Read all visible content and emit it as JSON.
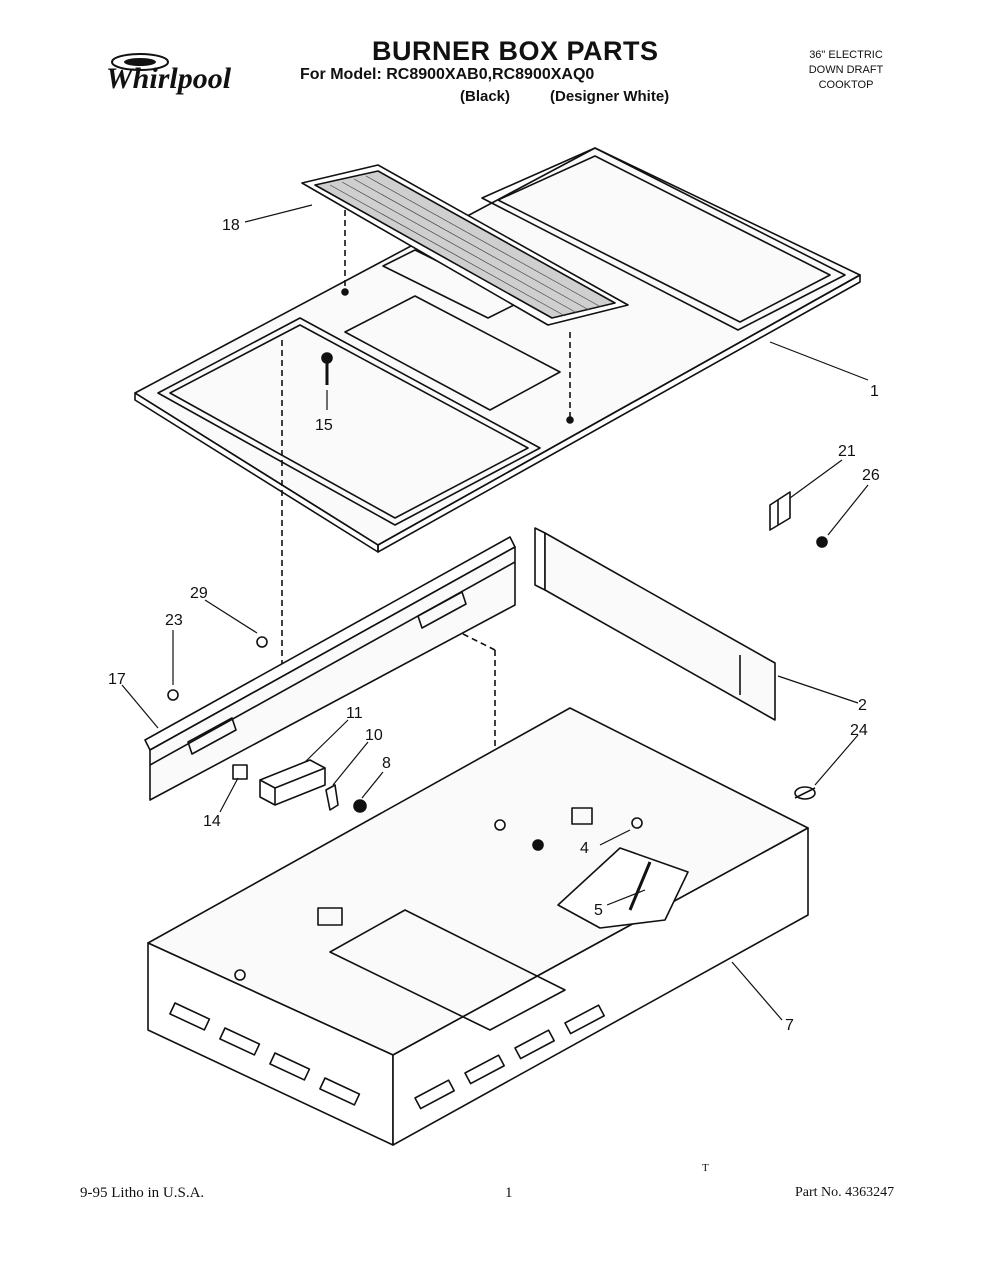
{
  "header": {
    "brand": "Whirlpool",
    "title": "BURNER BOX PARTS",
    "model_line": "For Model: RC8900XAB0,RC8900XAQ0",
    "finish_black": "(Black)",
    "finish_white": "(Designer White)",
    "product_type": [
      "36\" ELECTRIC",
      "DOWN DRAFT",
      "COOKTOP"
    ]
  },
  "callouts": {
    "c1": "1",
    "c2": "2",
    "c4": "4",
    "c5": "5",
    "c7": "7",
    "c8": "8",
    "c10": "10",
    "c11": "11",
    "c14": "14",
    "c15": "15",
    "c17": "17",
    "c18": "18",
    "c21": "21",
    "c23": "23",
    "c24": "24",
    "c26": "26",
    "c29": "29"
  },
  "footer": {
    "litho": "9-95  Litho in U.S.A.",
    "page": "1",
    "mark": "T",
    "part_no": "Part No. 4363247"
  }
}
